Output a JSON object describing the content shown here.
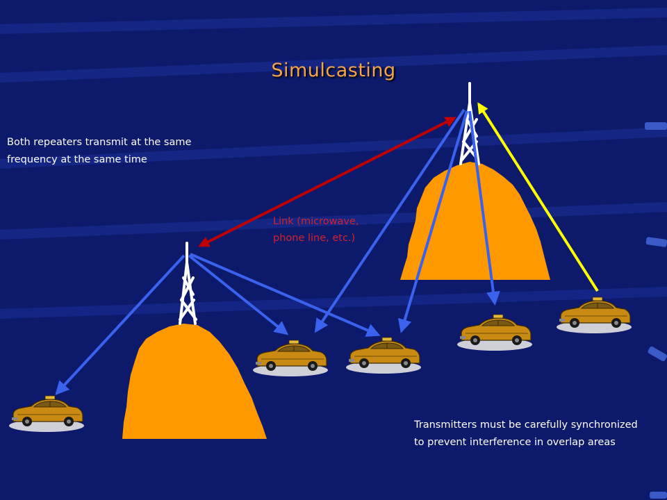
{
  "slide": {
    "title": "Simulcasting",
    "note_top": "Both repeaters transmit at the same frequency at the same time",
    "link_label": "Link (microwave, phone line, etc.)",
    "note_bottom": "Transmitters must be carefully synchronized to prevent interference in overlap areas"
  },
  "colors": {
    "background": "#0d1a6b",
    "mountain": "#ff9900",
    "downlink_arrow": "#3a62ee",
    "uplink_arrow": "#ffff00",
    "link_arrow": "#c00000",
    "title": "#f4a349"
  },
  "icons": {
    "tower": "radio-tower-icon",
    "vehicle": "taxi-cab-icon"
  }
}
